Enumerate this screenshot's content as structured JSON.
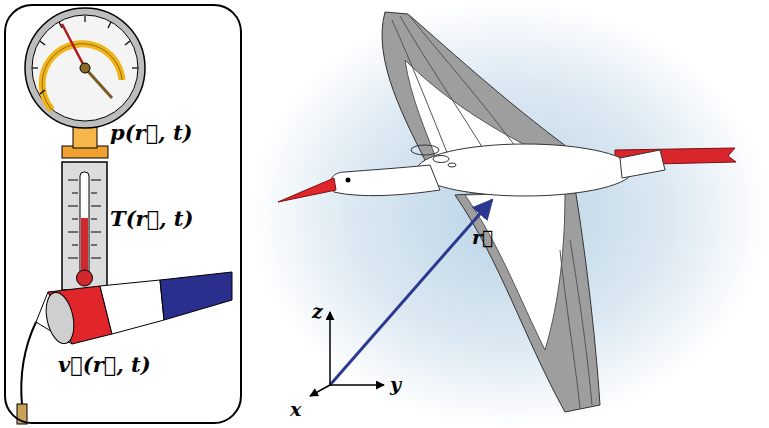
{
  "diagram": {
    "nodes": [
      {
        "text": [
          "p(r⃗, t)",
          "T(r⃗, t)",
          "v⃗(r⃗, t)"
        ]
      }
    ],
    "labels": [
      "r⃗",
      "z",
      "y",
      "x"
    ]
  }
}
